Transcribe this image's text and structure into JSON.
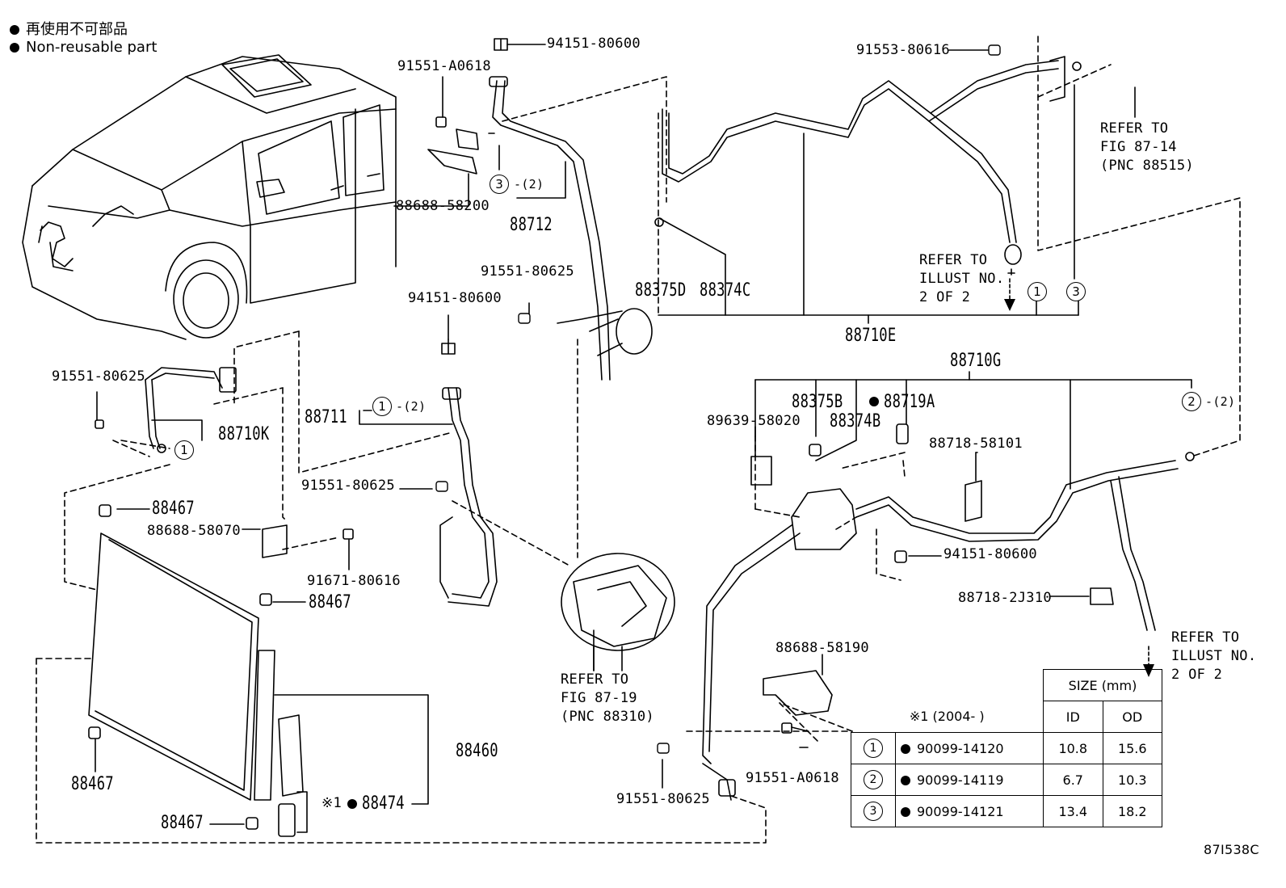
{
  "legend": {
    "japanese": "再使用不可部品",
    "english": "Non-reusable part"
  },
  "labels": {
    "p94151_80600_top": "94151-80600",
    "p91551_A0618_top": "91551-A0618",
    "p88688_58200": "88688-58200",
    "p88712": "88712",
    "p91553_80616": "91553-80616",
    "p88375D": "88375D",
    "p88374C": "88374C",
    "p88710E": "88710E",
    "p91551_80625_mid": "91551-80625",
    "p94151_80600_mid": "94151-80600",
    "p91551_80625_left": "91551-80625",
    "p88710K": "88710K",
    "p88711": "88711",
    "p91551_80625_lower": "91551-80625",
    "p88467_a": "88467",
    "p88688_58070": "88688-58070",
    "p91671_80616": "91671-80616",
    "p88467_b": "88467",
    "p88467_c": "88467",
    "p88467_d": "88467",
    "p88460": "88460",
    "p88474": "88474",
    "p88474_mark": "※1",
    "p88710G": "88710G",
    "p88375B": "88375B",
    "p88374B": "88374B",
    "p88719A": "88719A",
    "p89639_58020": "89639-58020",
    "p88718_58101": "88718-58101",
    "p94151_80600_right": "94151-80600",
    "p88718_2J310": "88718-2J310",
    "p88688_58190": "88688-58190",
    "p91551_A0618_bot": "91551-A0618",
    "p91551_80625_bot": "91551-80625",
    "qty2": "-(2)",
    "figure_code": "87I538C"
  },
  "refs": {
    "fig_87_14": [
      "REFER TO",
      "FIG 87-14",
      "(PNC 88515)"
    ],
    "illust_2_of_2_top": [
      "REFER TO",
      "ILLUST NO.",
      "2 OF 2"
    ],
    "illust_2_of_2_right": [
      "REFER TO",
      "ILLUST NO.",
      "2 OF 2"
    ],
    "fig_87_19": [
      "REFER TO",
      "FIG 87-19",
      "(PNC 88310)"
    ]
  },
  "circles": {
    "c1": "1",
    "c2": "2",
    "c3": "3"
  },
  "size_table": {
    "header": "SIZE (mm)",
    "note": "※1 (2004-      )",
    "col_id": "ID",
    "col_od": "OD",
    "rows": [
      {
        "num": "1",
        "part": "90099-14120",
        "id": "10.8",
        "od": "15.6"
      },
      {
        "num": "2",
        "part": "90099-14119",
        "id": "6.7",
        "od": "10.3"
      },
      {
        "num": "3",
        "part": "90099-14121",
        "id": "13.4",
        "od": "18.2"
      }
    ]
  }
}
